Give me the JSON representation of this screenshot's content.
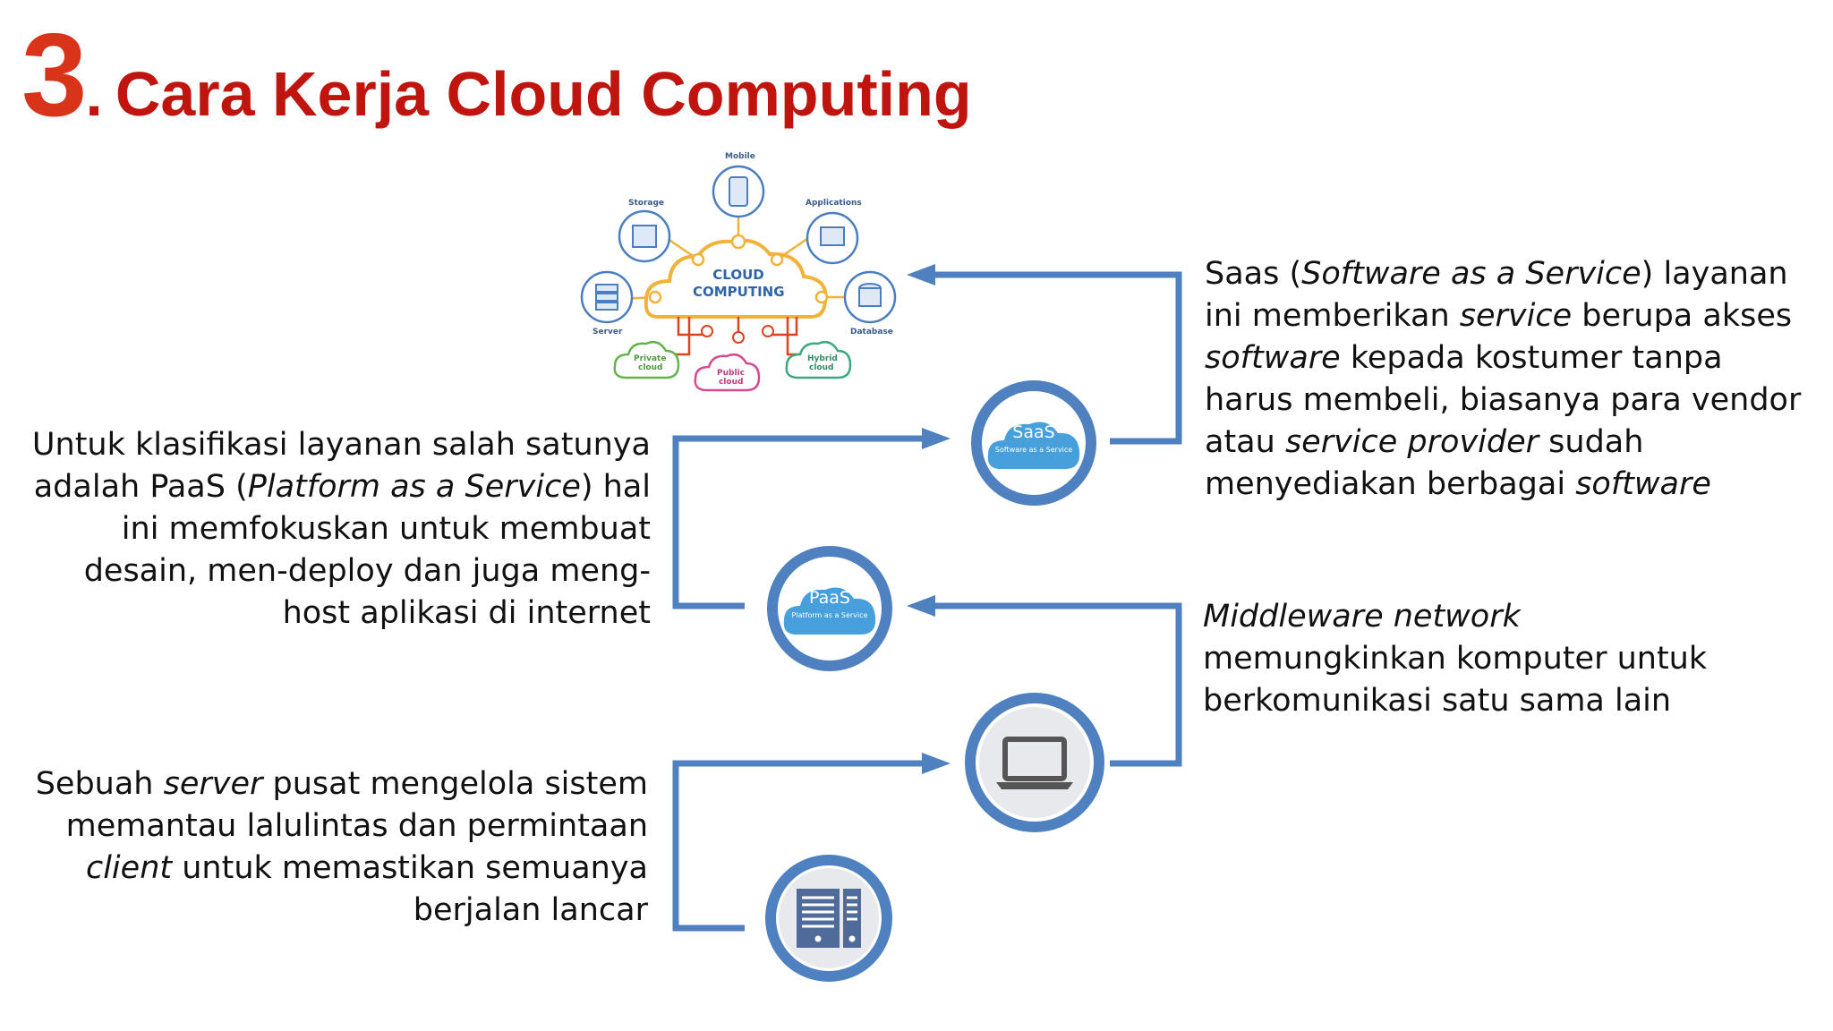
{
  "title": {
    "number": "3",
    "dot": ".",
    "text": "Cara Kerja Cloud Computing"
  },
  "diagram": {
    "center_line1": "CLOUD",
    "center_line2": "COMPUTING",
    "labels": {
      "mobile": "Mobile",
      "storage": "Storage",
      "applications": "Applications",
      "server": "Server",
      "database": "Database",
      "private": "Private",
      "private2": "cloud",
      "public": "Public",
      "public2": "cloud",
      "hybrid": "Hybrid",
      "hybrid2": "cloud"
    }
  },
  "badges": {
    "saas": {
      "main": "SaaS",
      "sub": "Software as a Service"
    },
    "paas": {
      "main": "PaaS",
      "sub": "Platform as a Service"
    }
  },
  "descriptions": {
    "saas": {
      "l1a": "Saas (",
      "l1b": "Software as a Service",
      "l1c": ") layanan",
      "l2a": "ini memberikan ",
      "l2b": "service",
      "l2c": " berupa akses",
      "l3a": "software",
      "l3b": " kepada kostumer tanpa",
      "l4": "harus membeli, biasanya para vendor",
      "l5a": "atau ",
      "l5b": "service provider",
      "l5c": " sudah",
      "l6a": "menyediakan berbagai ",
      "l6b": "software"
    },
    "paas": {
      "l1": "Untuk klasifikasi layanan salah satunya",
      "l2a": "adalah PaaS (",
      "l2b": "Platform as a Service",
      "l2c": ") hal",
      "l3": "ini memfokuskan untuk membuat",
      "l4": "desain, men-deploy dan juga meng-",
      "l5": "host aplikasi di internet"
    },
    "middleware": {
      "l1": "Middleware network",
      "l2": "memungkinkan komputer untuk",
      "l3": "berkomunikasi satu sama lain"
    },
    "server": {
      "l1a": "Sebuah ",
      "l1b": "server",
      "l1c": " pusat mengelola sistem",
      "l2": "memantau lalulintas dan permintaan",
      "l3a": "client",
      "l3b": " untuk memastikan semuanya",
      "l4": "berjalan lancar"
    }
  },
  "colors": {
    "title": "#c0150f",
    "number": "#d9341a",
    "connector": "#4f80c0",
    "cloud": "#47a0dc"
  }
}
